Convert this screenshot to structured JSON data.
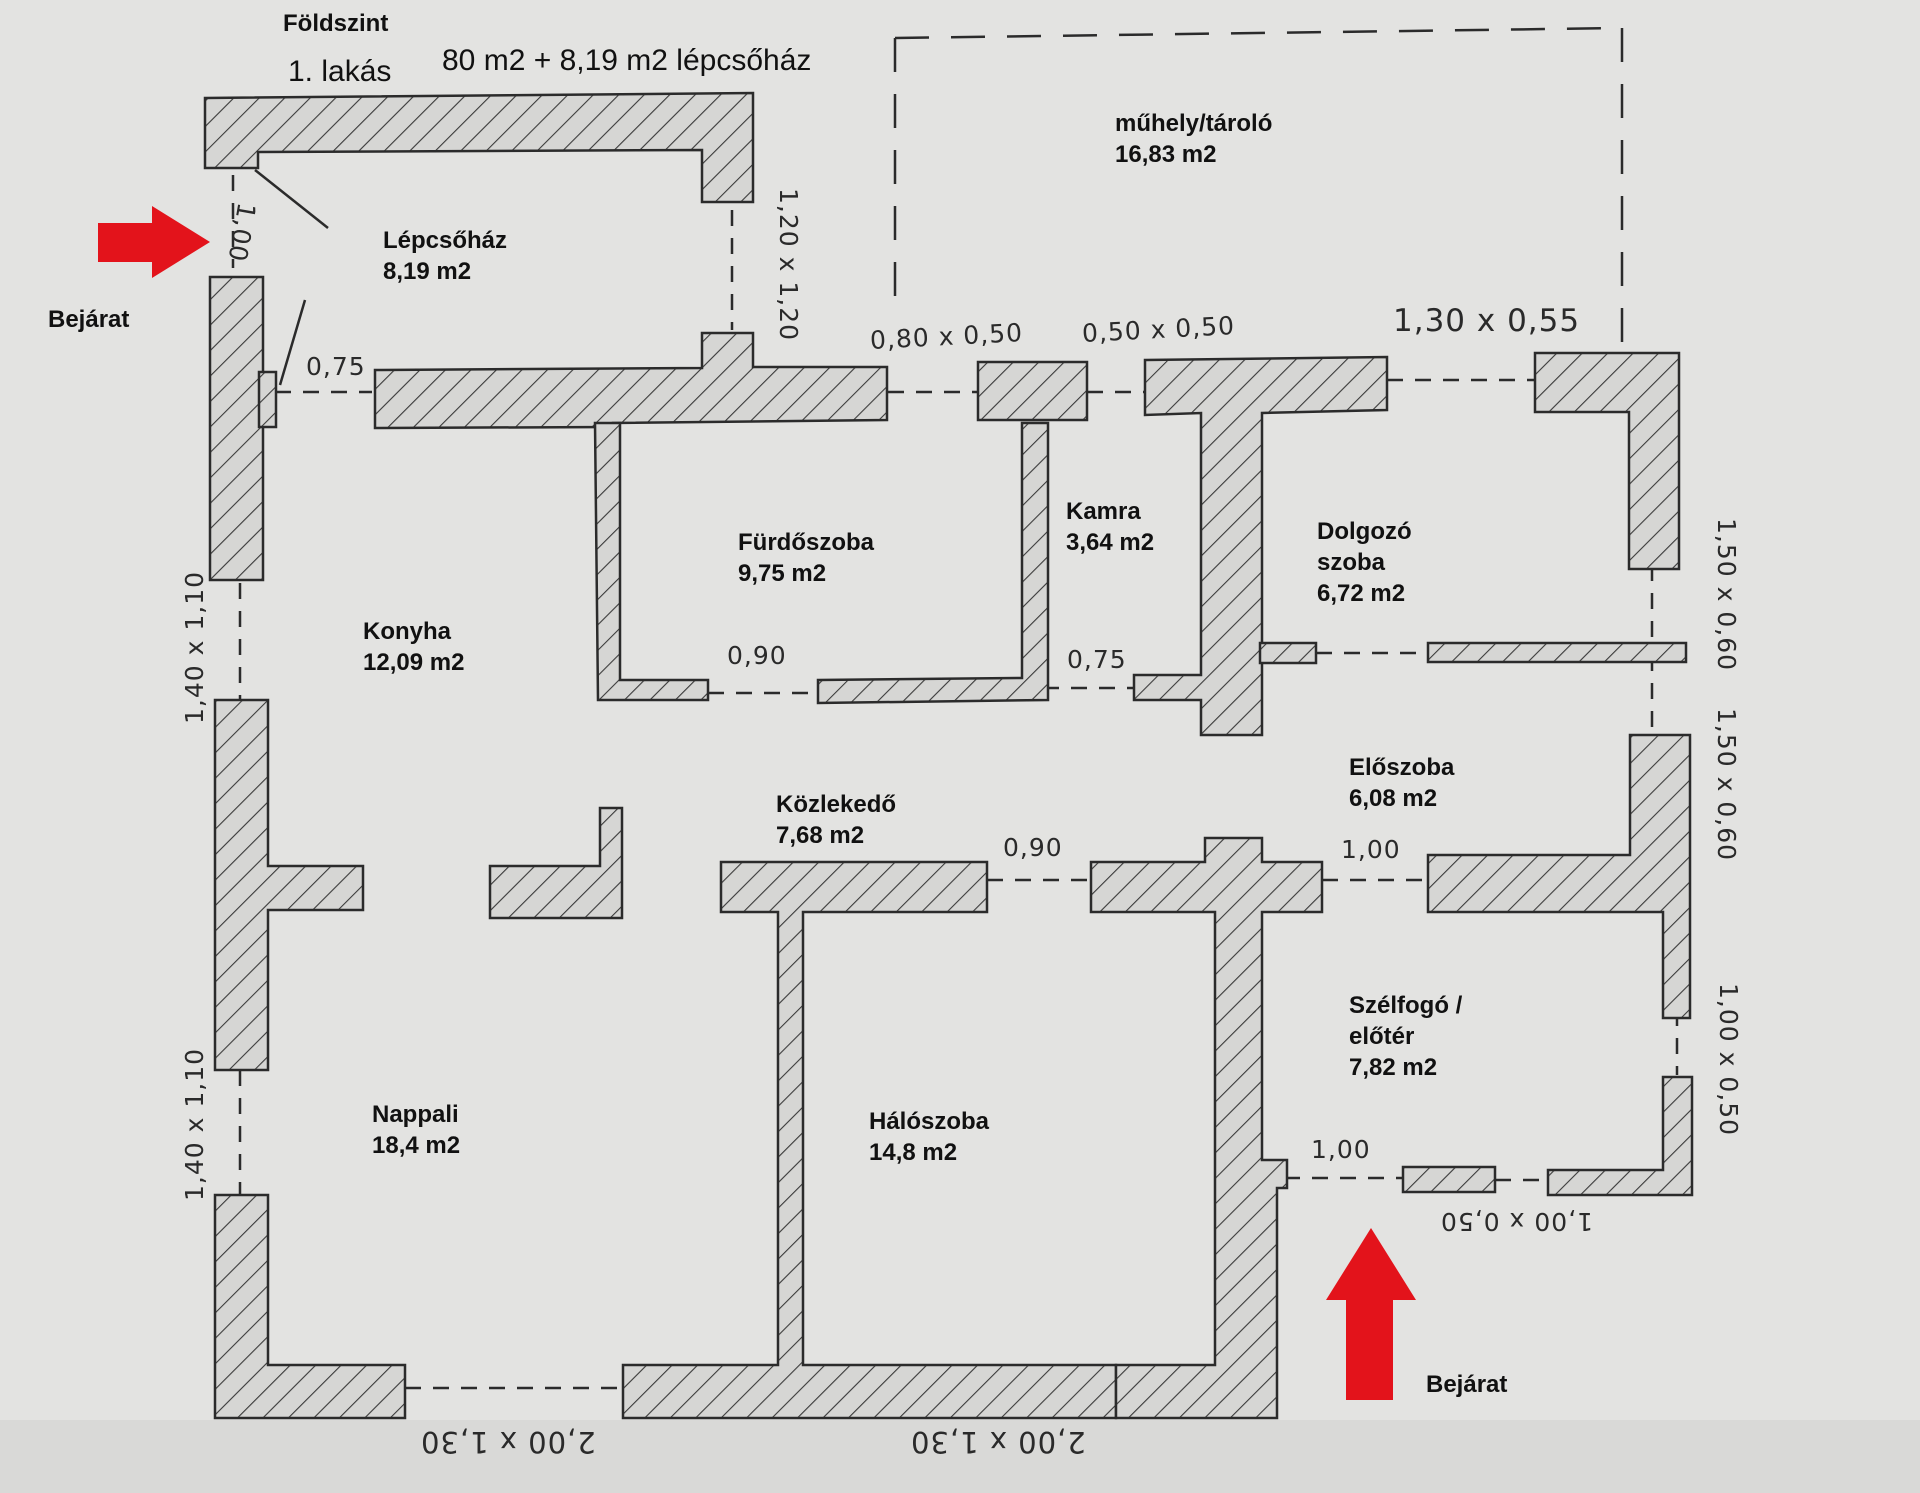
{
  "header": {
    "level": "Földszint",
    "apartment": "1. lakás",
    "area_summary": "80 m2 + 8,19 m2 lépcsőház"
  },
  "rooms": [
    {
      "id": "muhely",
      "name": "műhely/tároló",
      "area": "16,83 m2"
    },
    {
      "id": "lepcsohaz",
      "name": "Lépcsőház",
      "area": "8,19 m2"
    },
    {
      "id": "furdoszoba",
      "name": "Fürdőszoba",
      "area": "9,75 m2"
    },
    {
      "id": "kamra",
      "name": "Kamra",
      "area": "3,64 m2"
    },
    {
      "id": "dolgozo",
      "name": "Dolgozó\nszoba",
      "area": "6,72 m2"
    },
    {
      "id": "konyha",
      "name": "Konyha",
      "area": "12,09 m2"
    },
    {
      "id": "kozlekedo",
      "name": "Közlekedő",
      "area": "7,68 m2"
    },
    {
      "id": "eloszoba",
      "name": "Előszoba",
      "area": "6,08 m2"
    },
    {
      "id": "szelfogo",
      "name": "Szélfogó /\nelőtér",
      "area": "7,82 m2"
    },
    {
      "id": "nappali",
      "name": "Nappali",
      "area": "18,4 m2"
    },
    {
      "id": "haloszoba",
      "name": "Hálószoba",
      "area": "14,8 m2"
    }
  ],
  "entrances": {
    "left_label": "Bejárat",
    "bottom_label": "Bejárat",
    "arrow_color": "#e3131b"
  },
  "dimensions": {
    "entry_door": "1,00",
    "staircase_window": "1,20 x 1,20",
    "kitchen_door": "0,75",
    "window_top_1": "0,80 x 0,50",
    "window_top_2": "0,50 x 0,50",
    "window_top_3": "1,30 x 0,55",
    "window_left_1": "1,40 x 1,10",
    "window_right_1": "1,50 x 0,60",
    "window_right_2": "1,50 x 0,60",
    "bath_door": "0,90",
    "pantry_door": "0,75",
    "hall_door": "0,90",
    "foyer_door": "1,00",
    "window_left_2": "1,40 x 1,10",
    "window_right_3": "1,00 x 0,50",
    "main_door": "1,00",
    "window_bottom_right": "1,00 x 0,50",
    "window_bottom_1": "2,00 x 1,30",
    "window_bottom_2": "2,00 x 1,30"
  },
  "colors": {
    "paper": "#e3e3e1",
    "wall_fill": "#d6d6d4",
    "ink": "#2b2b2b"
  }
}
